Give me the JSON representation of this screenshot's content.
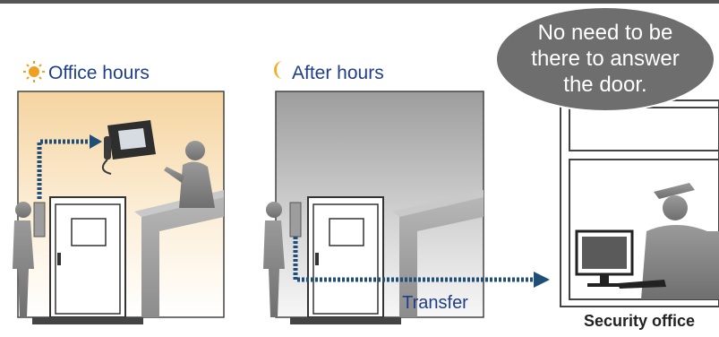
{
  "panels": {
    "office_hours": {
      "label": "Office hours",
      "icon": "sun-icon"
    },
    "after_hours": {
      "label": "After hours",
      "icon": "moon-icon"
    }
  },
  "bubble": {
    "lines": [
      "No need to be",
      "there to answer",
      "the door."
    ]
  },
  "transfer_label": "Transfer",
  "security_office_label": "Security office",
  "colors": {
    "title": "#1f3e8a",
    "arrow": "#1f4e79",
    "silhouette": "#8a8a8a",
    "bubble": "#6e6e6e",
    "warm_bg": "#f6d9ab"
  }
}
